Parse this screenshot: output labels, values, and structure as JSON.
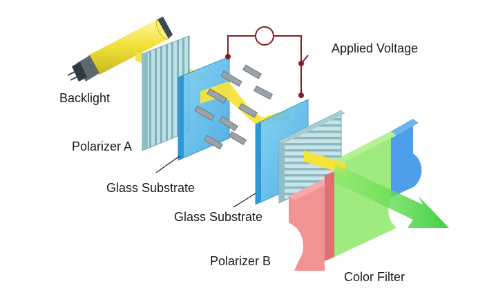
{
  "labels": {
    "applied_voltage": "Applied Voltage",
    "backlight": "Backlight",
    "polarizer_a": "Polarizer A",
    "glass_substrate_1": "Glass Substrate",
    "glass_substrate_2": "Glass Substrate",
    "polarizer_b": "Polarizer B",
    "color_filter": "Color Filter"
  },
  "colors": {
    "backlight_tube": "#f2e23a",
    "light_beam": "#f4e33c",
    "polarizer": "#a9cfd4",
    "glass": "#55b8ea",
    "circuit_wire": "#8b1a1a",
    "filter_red": "#f08a8a",
    "filter_green": "#8ee86a",
    "filter_blue": "#3f95e8",
    "output_arrow": "#4fd14f",
    "liquid_crystal": "#9aa3a8"
  }
}
